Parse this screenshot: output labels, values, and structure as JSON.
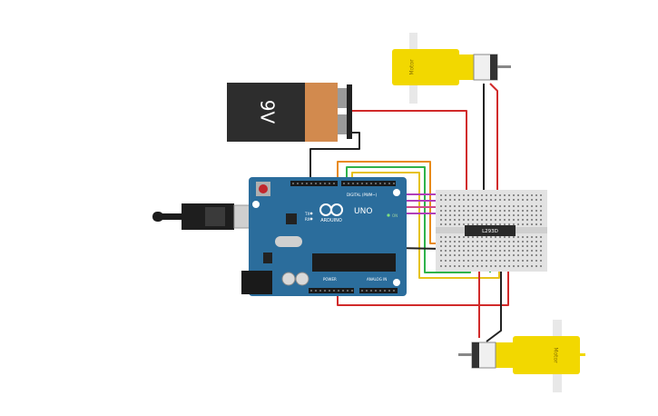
{
  "battery": {
    "label": "9V",
    "body_color": "#2d2d2d",
    "cap_color": "#d28a4e"
  },
  "arduino": {
    "logo_text": "ARDUINO",
    "model": "UNO",
    "on_label": "ON",
    "tx_label": "TX",
    "rx_label": "RX",
    "digital_label": "DIGITAL (PWM~)",
    "analog_label": "ANALOG IN",
    "power_label": "POWER",
    "board_color": "#2b6d9c"
  },
  "driver_ic": {
    "label": "L293D"
  },
  "motor_top": {
    "label": "Motor"
  },
  "motor_bottom": {
    "label": "Motor"
  },
  "wire_colors": {
    "red": "#d12a2a",
    "black": "#222222",
    "green": "#2fb34a",
    "orange": "#e88a1a",
    "yellow": "#e6c21a",
    "purple": "#b23fb8",
    "pink": "#d04a8a"
  }
}
